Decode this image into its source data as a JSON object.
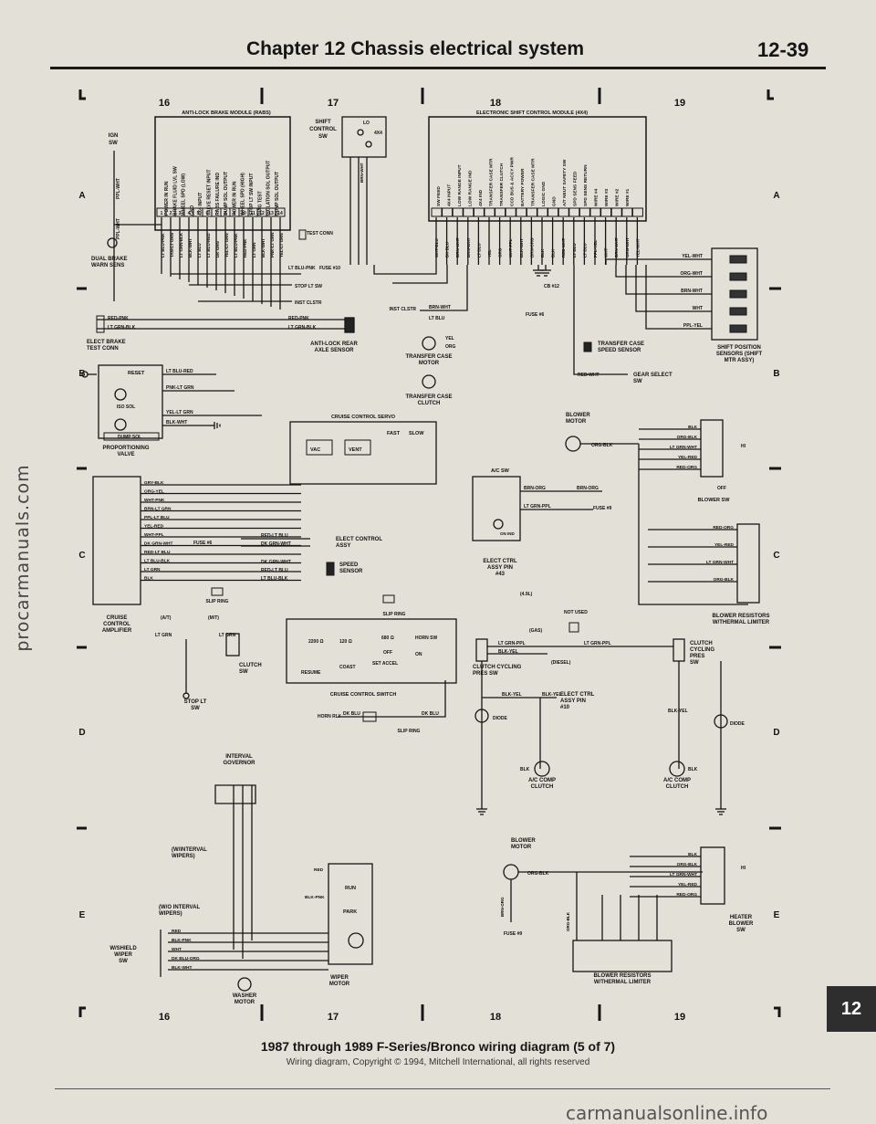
{
  "header": {
    "title": "Chapter 12  Chassis electrical system",
    "page": "12-39"
  },
  "side_watermark": "procarmanuals.com",
  "tab": "12",
  "footer": {
    "caption": "1987 through 1989 F-Series/Bronco wiring diagram (5 of 7)",
    "copyright": "Wiring diagram, Copyright © 1994, Mitchell International, all rights reserved",
    "watermark": "carmanualsonline.info"
  },
  "grid": {
    "columns": [
      "16",
      "17",
      "18",
      "19"
    ],
    "rows": [
      "A",
      "B",
      "C",
      "D",
      "E"
    ]
  },
  "labels": {
    "abs_module": "ANTI-LOCK BRAKE MODULE (RABS)",
    "esc_module": "ELECTRONIC SHIFT CONTROL MODULE (4X4)",
    "ign_sw": "IGN SW",
    "shift_control_sw": "SHIFT CONTROL SW",
    "dual_brake": "DUAL BRAKE WARN SENS",
    "test_conn": "TEST CONN",
    "fuse10": "FUSE #10",
    "stop_lt_sw": "STOP LT SW",
    "inst_clstr": "INST CLSTR",
    "anti_lock_sensor": "ANTI-LOCK REAR AXLE SENSOR",
    "elect_brake": "ELECT BRAKE TEST CONN",
    "reset": "RESET",
    "iso_sol": "ISO SOL",
    "dump_sol": "DUMP SOL",
    "proportioning_valve": "PROPORTIONING VALVE",
    "transfer_case_motor": "TRANSFER CASE MOTOR",
    "transfer_case_clutch": "TRANSFER CASE CLUTCH",
    "transfer_case_speed": "TRANSFER CASE SPEED SENSOR",
    "gear_select": "GEAR SELECT SW",
    "shift_position": "SHIFT POSITION SENSORS (SHIFT MTR ASSY)",
    "cb12": "CB #12",
    "fuse6": "FUSE #6",
    "cruise_servo": "CRUISE CONTROL SERVO",
    "cruise_amp": "CRUISE CONTROL AMPLIFIER",
    "elect_control_assy": "ELECT CONTROL ASSY",
    "speed_sensor": "SPEED SENSOR",
    "slip_ring": "SLIP RING",
    "clutch_sw": "CLUTCH SW",
    "stop_lt_sw2": "STOP LT SW",
    "cruise_switch": "CRUISE CONTROL SWITCH",
    "horn_rly": "HORN RLY",
    "ac_sw": "A/C SW",
    "blower_motor": "BLOWER MOTOR",
    "blower_sw": "BLOWER SW",
    "blower_resistors": "BLOWER RESISTORS W/THERMAL LIMITER",
    "elect_ctrl_pin43": "ELECT CTRL ASSY PIN #43",
    "elect_ctrl_pin10": "ELECT CTRL ASSY PIN #10",
    "clutch_cycling": "CLUTCH CYCLING PRES SW",
    "diode": "DIODE",
    "ac_comp_clutch": "A/C COMP CLUTCH",
    "fuse9": "FUSE #9",
    "not_used": "NOT USED",
    "gas": "(GAS)",
    "diesel": "(DIESEL)",
    "interval_governor": "INTERVAL GOVERNOR",
    "w_interval": "(W/INTERVAL WIPERS)",
    "wo_interval": "(W/O INTERVAL WIPERS)",
    "w_shield": "W/SHIELD WIPER SW",
    "washer_motor": "WASHER MOTOR",
    "wiper_motor": "WIPER MOTOR",
    "heater_blower_sw": "HEATER BLOWER SW",
    "run": "RUN",
    "park": "PARK"
  },
  "abs_pins": [
    "POWER IN RUN",
    "BRAKE FLUID LVL SW",
    "WHEEL SPD (LOW)",
    "GND",
    "4X4 INPUT",
    "VALVE RESET INPUT",
    "RABS FAILURE IND",
    "DUMP SOL OUTPUT",
    "POWER IN RUN",
    "WHEEL SPD (HIGH)",
    "STOP LT SW INPUT",
    "DIAG TEST",
    "ISOLATION SOL OUTPUT",
    "DUMP SOL OUTPUT"
  ],
  "abs_wires": [
    "LT BLU-PNK",
    "TAN-LT GRN",
    "LT GRN-BLK",
    "BLK-WHT",
    "LT BLU",
    "LT BLU-RED",
    "DK GRN",
    "YEL-LT GRN",
    "LT BLU-PNK",
    "RED-PNK",
    "LT GRN",
    "BLK-WHT",
    "PNK-LT GRN",
    "YEL-LT GRN"
  ],
  "esc_pins": [
    "SW FEED",
    "4X4 INPUT",
    "LOW RANGE INPUT",
    "LOW RANGE IND",
    "4X4 IND",
    "TRANSFER CASE MTR",
    "TRANSFER CLUTCH",
    "CCD BUS & ACCY PWR",
    "BATTERY POWER",
    "TRANSFER CASE MTR",
    "LOGIC GND",
    "GND",
    "A/T NEUT SAFETY SW",
    "SPD SENS FEED",
    "SPD SENS RETURN",
    "WIRE #4",
    "WIRE #3",
    "WIRE #2",
    "WIRE #1"
  ],
  "esc_wires": [
    "WHT-BLU",
    "DK BLU",
    "BRN-WHT",
    "BRN-WHT",
    "LT BLU",
    "YEL",
    "ORG",
    "WHT-PPL",
    "BLK-WHT",
    "BRN-ORG",
    "BLK",
    "BLK",
    "RED-WHT",
    "LT BLU",
    "LT BLU",
    "PPL-YEL",
    "WHT",
    "BRN-WHT",
    "ORG-WHT",
    "YEL-WHT"
  ],
  "shift_sensor_wires": [
    "YEL-WHT",
    "ORG-WHT",
    "BRN-WHT",
    "WHT",
    "PPL-YEL"
  ],
  "cruise_amp_wires": [
    "GRY-BLK",
    "ORG-YEL",
    "WHT-PNK",
    "BRN-LT GRN",
    "PPL-LT BLU",
    "YEL-RED",
    "WHT-PPL",
    "DK GRN-WHT",
    "RED-LT BLU",
    "LT BLU-BLK",
    "LT GRN",
    "BLK"
  ],
  "blower_sw_wires": [
    "BLK",
    "ORG-BLK",
    "LT GRN-WHT",
    "YEL-RED",
    "RED-ORG"
  ],
  "resistor_wires": [
    "RED-ORG",
    "YEL-RED",
    "LT GRN-WHT",
    "ORG-BLK"
  ],
  "wiper_wires": [
    "RED",
    "BLK-PNK",
    "WHT",
    "DK BLU-ORG",
    "BLK-WHT"
  ],
  "misc_wires": {
    "ppl_wht": "PPL-WHT",
    "lt_blu_pnk": "LT BLU-PNK",
    "lt_blu_red": "LT BLU-RED",
    "pnk_lt_grn": "PNK-LT GRN",
    "yel_lt_grn": "YEL-LT GRN",
    "blk_wht": "BLK-WHT",
    "red_pnk": "RED-PNK",
    "lt_grn_blk": "LT GRN-BLK",
    "brn_wht": "BRN-WHT",
    "lt_blu": "LT BLU",
    "yel": "YEL",
    "org": "ORG",
    "red_wht": "RED-WHT",
    "brn_org": "BRN-ORG",
    "lt_grn_ppl": "LT GRN-PPL",
    "blk_yel": "BLK-YEL",
    "blk": "BLK",
    "dk_blu": "DK BLU",
    "red_lt_blu": "RED-LT BLU",
    "dk_grn_wht": "DK GRN-WHT",
    "lt_blu_blk": "LT BLU-BLK",
    "lt_grn": "LT GRN",
    "org_blk": "ORG-BLK"
  },
  "switch_labels": {
    "fast": "FAST",
    "slow": "SLOW",
    "vac": "VAC",
    "vent": "VENT",
    "horn_sw": "HORN SW",
    "on": "ON",
    "off": "OFF",
    "resume": "RESUME",
    "coast": "COAST",
    "set_accel": "SET ACCEL",
    "r2200": "2200 Ω",
    "r120": "120 Ω",
    "r680": "680 Ω",
    "lo": "LO",
    "x4": "4X4",
    "hi": "HI",
    "on_ind": "ON IND",
    "a_t": "(A/T)",
    "m_t": "(M/T)",
    "v49": "(4.9L)"
  }
}
